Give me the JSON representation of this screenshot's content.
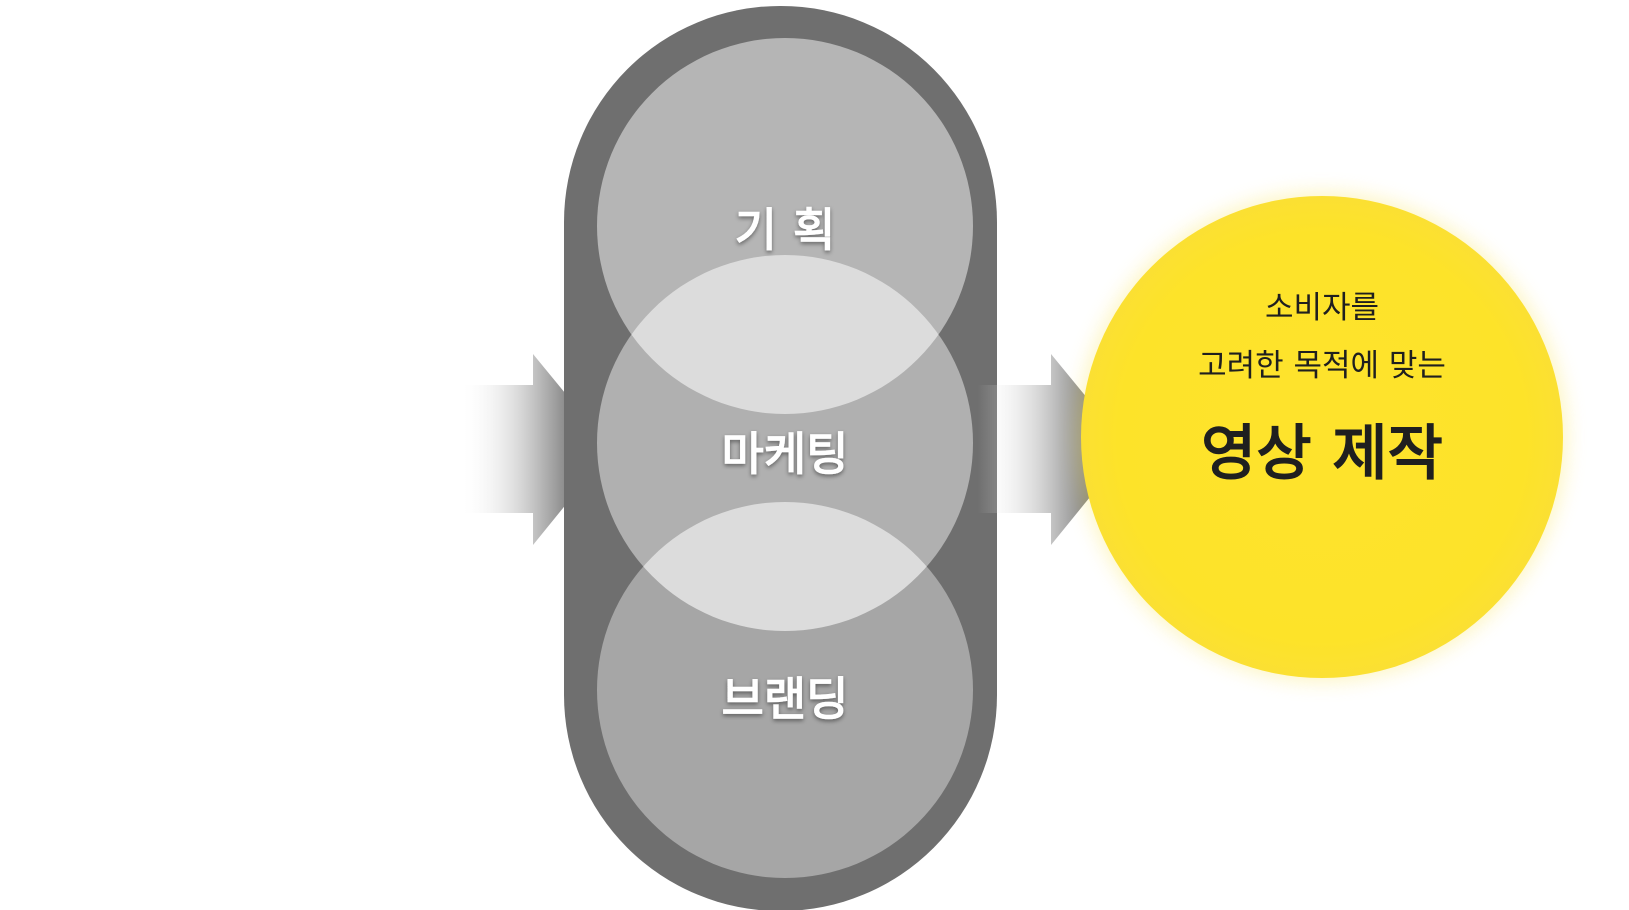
{
  "colors": {
    "capsule": "#6f6f6f",
    "circle_top": "#b5b5b5",
    "circle_mid": "#b0b0b0",
    "circle_bottom": "#a6a6a6",
    "overlap": "#dcdcdc",
    "result_circle": "#fde32a",
    "arrow_dark": "#2b2b2b"
  },
  "stages": [
    {
      "label": "기 획"
    },
    {
      "label": "마케팅"
    },
    {
      "label": "브랜딩"
    }
  ],
  "result": {
    "line1": "소비자를",
    "line2": "고려한 목적에 맞는",
    "main": "영상 제작"
  }
}
